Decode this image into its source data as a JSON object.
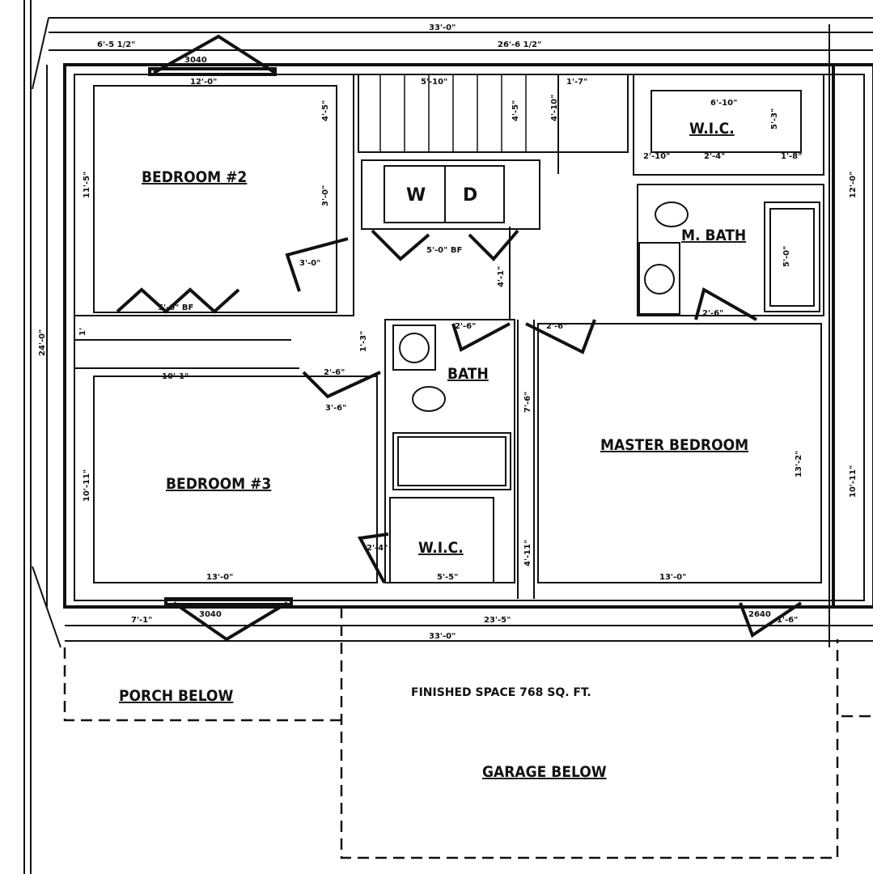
{
  "plan": {
    "rooms": {
      "bedroom2": "BEDROOM #2",
      "bedroom3": "BEDROOM #3",
      "bath": "BATH",
      "master_bath": "M. BATH",
      "wic_master": "W.I.C.",
      "wic_bed3": "W.I.C.",
      "master_bedroom": "MASTER BEDROOM",
      "washer": "W",
      "dryer": "D"
    },
    "below": {
      "porch": "PORCH BELOW",
      "garage": "GARAGE BELOW"
    },
    "note": "FINISHED SPACE 768 SQ. FT.",
    "dimensions": {
      "overall_top": "33'-0\"",
      "left_top": "6'-5 1/2\"",
      "right_top": "26'-6 1/2\"",
      "bed2_width": "12'-0\"",
      "stair_width": "5'-10\"",
      "stair_side": "1'-7\"",
      "wic_width": "6'-10\"",
      "wic_a": "2'-10\"",
      "wic_b": "2'-4\"",
      "wic_c": "1'-8\"",
      "wic_depth": "5'-3\"",
      "bed2_depth": "11'-5\"",
      "stair_h1": "4'-5\"",
      "stair_h2": "4'-5\"",
      "stair_h3": "4'-10\"",
      "laundry_h": "3'-0\"",
      "closet_door": "5'-0\" BF",
      "laundry_door": "5'-0\" BF",
      "hall_door1": "3'-0\"",
      "hall_h": "4'-1\"",
      "bath_door": "2'-6\"",
      "master_door": "2'-6\"",
      "mbath_door": "2'-6\"",
      "tub_h": "5'-0\"",
      "closet_h": "1'",
      "bed3_width": "10'-1\"",
      "bed3_door": "2'-6\"",
      "hall_w": "3'-6\"",
      "linen_h": "1'-3\"",
      "bath_h": "7'-6\"",
      "bed3_depth": "10'-11\"",
      "wic2_door": "2'-4\"",
      "wic2_width": "5'-5\"",
      "wic2_h": "4'-11\"",
      "bed3_bottom": "13'-0\"",
      "master_bottom": "13'-0\"",
      "master_h": "13'-2\"",
      "right_depth_top": "12'-0\"",
      "right_depth_bot": "10'-11\"",
      "overall_depth": "24'-0\"",
      "bottom_left": "7'-1\"",
      "bottom_mid": "23'-5\"",
      "bottom_right": "1'-6\"",
      "overall_bottom": "33'-0\"",
      "window_top": "3040",
      "window_bot_left": "3040",
      "window_bot_right": "2640"
    }
  }
}
